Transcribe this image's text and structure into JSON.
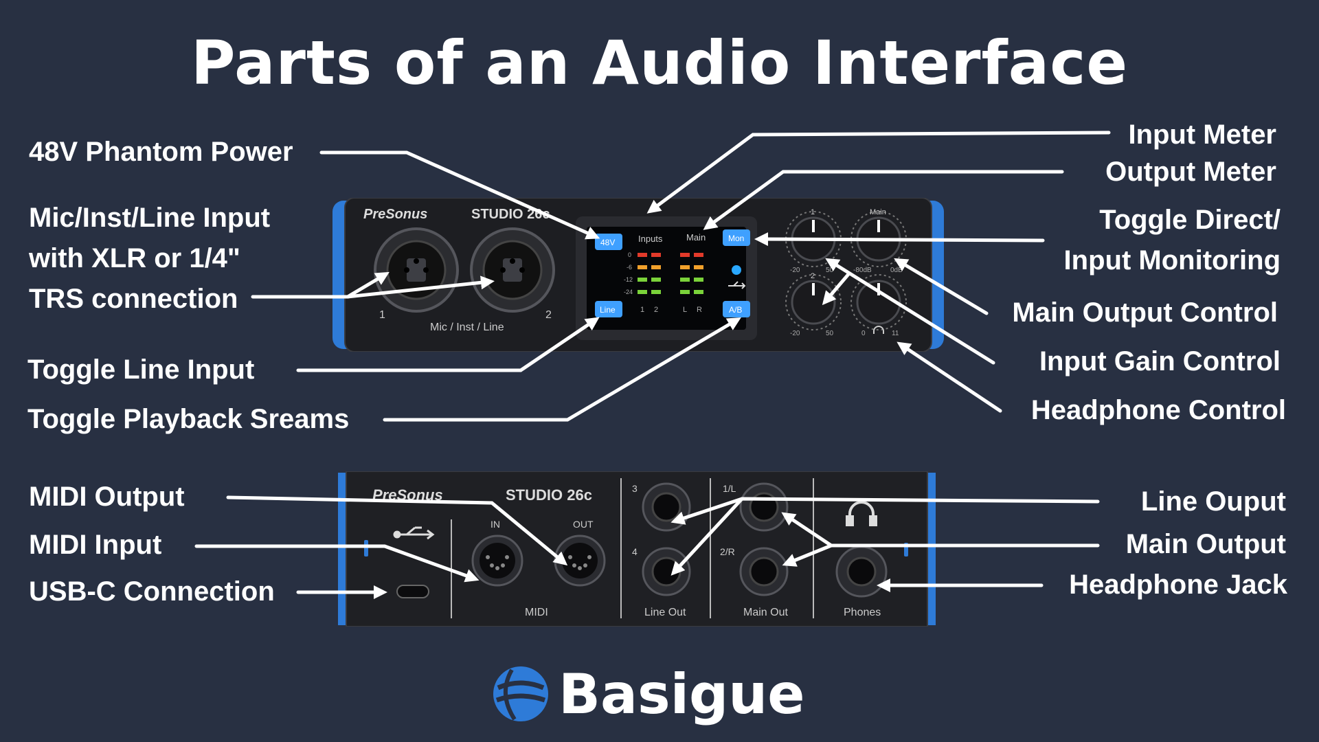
{
  "title": "Parts of an Audio Interface",
  "front_panel": {
    "brand": "PreSonus",
    "model": "STUDIO 26c",
    "buttons": {
      "phantom": "48V",
      "line": "Line",
      "mon": "Mon",
      "ab": "A/B"
    },
    "display": {
      "inputs": "Inputs",
      "main": "Main",
      "scale": [
        "0",
        "-6",
        "-12",
        "-24"
      ],
      "ch1": "1",
      "ch2": "2",
      "l": "L",
      "r": "R"
    },
    "input_numbers": [
      "1",
      "2"
    ],
    "input_caption": "Mic / Inst / Line",
    "knob_marks": {
      "gain_min": "-20",
      "gain_max": "50",
      "main_label": "Main",
      "main_min": "-80dB",
      "main_max": "0dB",
      "knob2": "2",
      "knob1": "1",
      "hp_min": "0",
      "hp_max": "11"
    }
  },
  "rear_panel": {
    "brand": "PreSonus",
    "model": "STUDIO 26c",
    "midi_in": "IN",
    "midi_out": "OUT",
    "midi": "MIDI",
    "line_out": "Line Out",
    "main_out": "Main Out",
    "phones": "Phones",
    "jack3": "3",
    "jack4": "4",
    "jack1l": "1/L",
    "jack2r": "2/R"
  },
  "labels_left": {
    "phantom": "48V Phantom Power",
    "mic_line1": "Mic/Inst/Line Input",
    "mic_line2": "with XLR or 1/4\"",
    "mic_line3": "TRS connection",
    "toggle_line": "Toggle Line Input",
    "toggle_playback": "Toggle Playback Sreams",
    "midi_output": "MIDI Output",
    "midi_input": "MIDI Input",
    "usbc": "USB-C Connection"
  },
  "labels_right": {
    "input_meter": "Input Meter",
    "output_meter": "Output Meter",
    "toggle_direct1": "Toggle Direct/",
    "toggle_direct2": "Input Monitoring",
    "main_output_control": "Main Output Control",
    "input_gain": "Input Gain Control",
    "headphone_control": "Headphone Control",
    "line_output": "Line Ouput",
    "main_output": "Main Output",
    "headphone_jack": "Headphone Jack"
  },
  "footer": {
    "brand": "Basigue"
  },
  "colors": {
    "background": "#283042",
    "accent_blue": "#2e7bd8",
    "button_blue": "#3fa0ff",
    "device": "#1f2024"
  },
  "icons": [
    "usb-icon",
    "headphones-icon",
    "globe-logo-icon"
  ]
}
